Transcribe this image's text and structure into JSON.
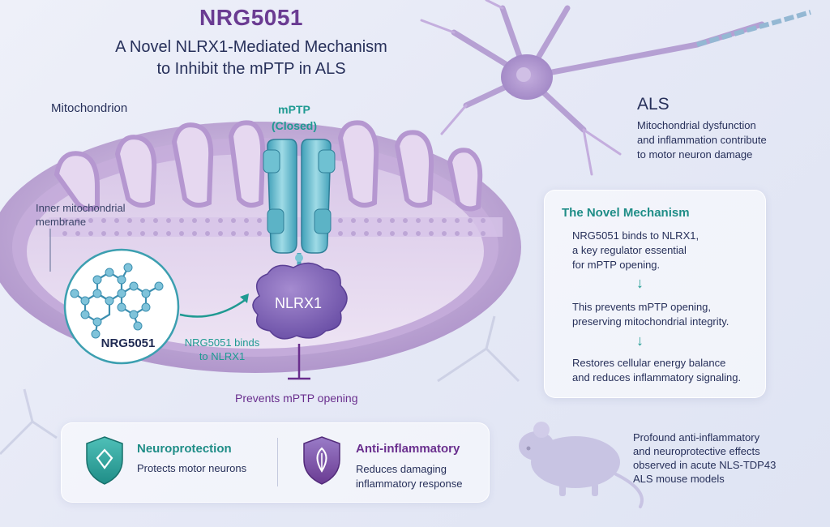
{
  "header": {
    "title": "NRG5051",
    "subtitle_line1": "A Novel NLRX1-Mediated Mechanism",
    "subtitle_line2": "to Inhibit the mPTP in ALS"
  },
  "diagram": {
    "mitochondrion_label": "Mitochondrion",
    "mptp_label": "mPTP",
    "mptp_state": "(Closed)",
    "inner_membrane_line1": "Inner mitochondrial",
    "inner_membrane_line2": "membrane",
    "nlrx1_label": "NLRX1",
    "nrg_label": "NRG5051",
    "binds_line1": "NRG5051 binds",
    "binds_line2": "to NLRX1",
    "prevents_label": "Prevents mPTP opening"
  },
  "als": {
    "title": "ALS",
    "desc_line1": "Mitochondrial dysfunction",
    "desc_line2": "and inflammation contribute",
    "desc_line3": "to motor neuron damage"
  },
  "mechanism": {
    "title": "The Novel Mechanism",
    "step1_line1": "NRG5051 binds to NLRX1,",
    "step1_line2": "a key regulator essential",
    "step1_line3": "for mPTP opening.",
    "step2_line1": "This prevents mPTP opening,",
    "step2_line2": "preserving mitochondrial integrity.",
    "step3_line1": "Restores cellular energy balance",
    "step3_line2": "and reduces inflammatory signaling.",
    "arrow": "↓"
  },
  "benefits": {
    "neuro_title": "Neuroprotection",
    "neuro_desc": "Protects motor neurons",
    "anti_title": "Anti-inflammatory",
    "anti_desc_line1": "Reduces damaging",
    "anti_desc_line2": "inflammatory response"
  },
  "mouse": {
    "line1": "Profound anti-inflammatory",
    "line2": "and neuroprotective effects",
    "line3": "observed in acute NLS-TDP43",
    "line4": "ALS mouse models"
  },
  "colors": {
    "teal": "#1f9a92",
    "purple": "#6a3b92",
    "navy": "#27305a",
    "nlrx1": "#7a5cb0"
  }
}
